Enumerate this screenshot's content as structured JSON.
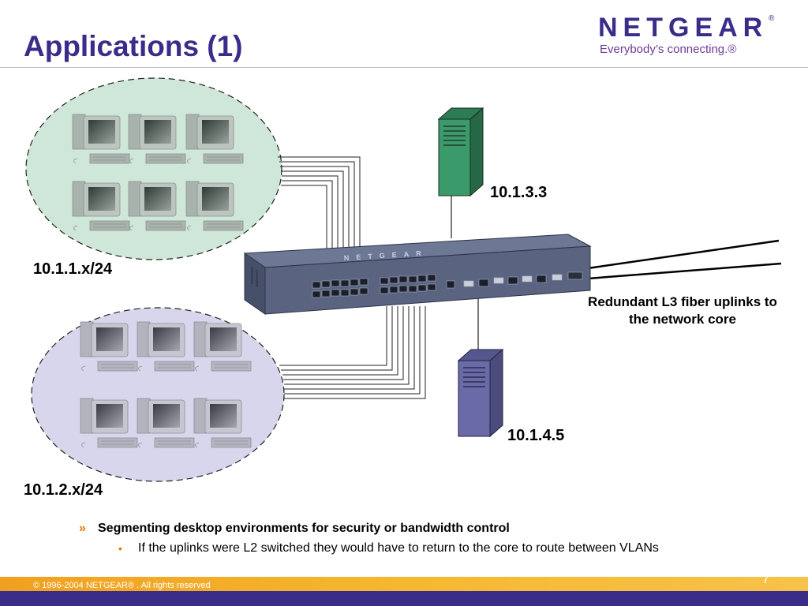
{
  "slide": {
    "title": "Applications (1)",
    "page_number": "7",
    "copyright": "© 1996-2004 NETGEAR® . All rights reserved"
  },
  "logo": {
    "wordmark": "NETGEAR",
    "registered": "®",
    "tagline": "Everybody’s connecting.®"
  },
  "diagram": {
    "subnet_top_label": "10.1.1.x/24",
    "subnet_bottom_label": "10.1.2.x/24",
    "server_top_label": "10.1.3.3",
    "server_bottom_label": "10.1.4.5",
    "switch_brand": "NETGEAR",
    "uplink_note": "Redundant L3 fiber uplinks to the network core",
    "colors": {
      "subnet_top_fill": "#cfe7d8",
      "subnet_bottom_fill": "#d8d6ec",
      "server_top": "#3a9a6a",
      "server_bottom": "#6a6aa8",
      "switch_body": "#5a6480"
    }
  },
  "bullets": {
    "level1_marker": "»",
    "level1_text": "Segmenting desktop environments for security or bandwidth control",
    "level2_marker": "•",
    "level2_text": "If the uplinks were L2 switched they would have to return to the core to route between VLANs"
  }
}
